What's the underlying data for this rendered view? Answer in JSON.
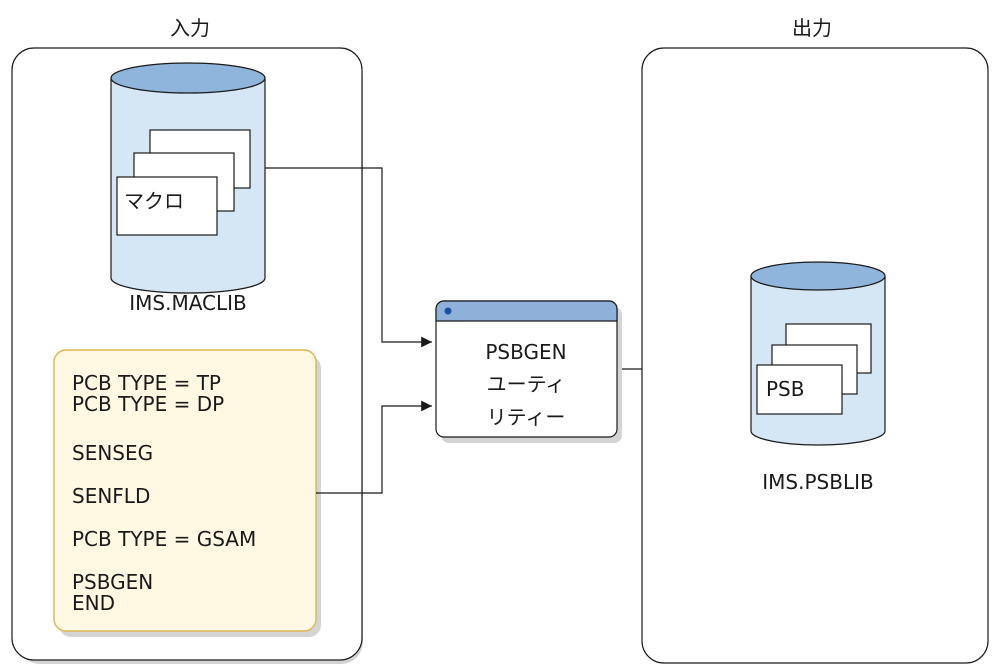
{
  "input_panel": {
    "label": "入力"
  },
  "output_panel": {
    "label": "出力"
  },
  "macro_library": {
    "document_label": "マクロ",
    "dataset_name": "IMS.MACLIB"
  },
  "control_statements": [
    "PCB TYPE = TP",
    "PCB TYPE = DP",
    "SENSEG",
    "SENFLD",
    "PCB TYPE = GSAM",
    "PSBGEN",
    "END"
  ],
  "utility": {
    "line1": "PSBGEN",
    "line2": "ユーティ",
    "line3": "リティー"
  },
  "psb_library": {
    "document_label": "PSB",
    "dataset_name": "IMS.PSBLIB"
  },
  "colors": {
    "cylinder_fill": "#d5e6f5",
    "cylinder_top": "#8fb5dc",
    "window_titlebar": "#8fb0d9",
    "window_dot": "#1e4fa6",
    "statements_fill": "#fff8e3",
    "statements_border": "#e0b550",
    "shadow": "#d4d4d4"
  }
}
